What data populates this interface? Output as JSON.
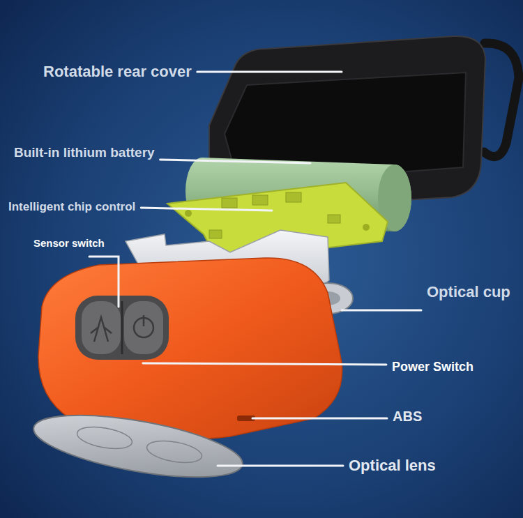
{
  "diagram": {
    "labels": [
      "Rotatable rear cover",
      "Built-in lithium battery",
      "Intelligent chip control",
      "Sensor switch",
      "Optical cup",
      "Power Switch",
      "ABS",
      "Optical lens"
    ]
  }
}
